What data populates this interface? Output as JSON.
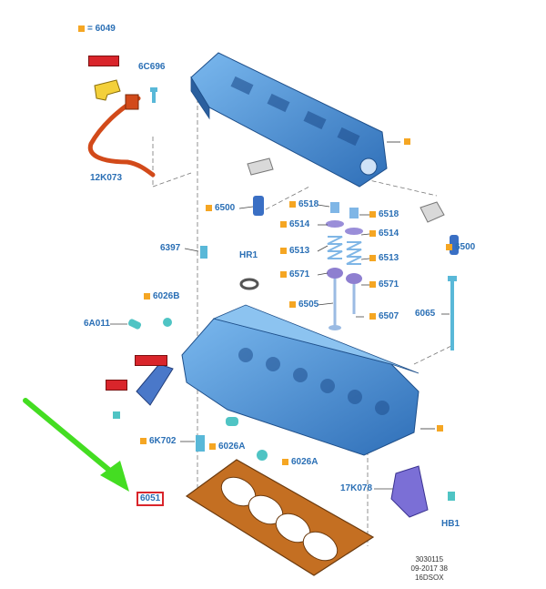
{
  "legend": {
    "text": "= 6049"
  },
  "parts": {
    "p6C696": "6C696",
    "p12K073": "12K073",
    "p6500_left": "6500",
    "p6518_left": "6518",
    "p6518_right": "6518",
    "p6514_left": "6514",
    "p6514_right": "6514",
    "p6513_left": "6513",
    "p6513_right": "6513",
    "p6500_right": "6500",
    "p6397": "6397",
    "pHR1": "HR1",
    "p6571_left": "6571",
    "p6571_right": "6571",
    "p6026B": "6026B",
    "p6505": "6505",
    "p6507": "6507",
    "p6065": "6065",
    "p6A011": "6A011",
    "p6K702": "6K702",
    "p6026A_a": "6026A",
    "p6026A_b": "6026A",
    "p17K078": "17K078",
    "pHB1": "HB1",
    "p6051": "6051"
  },
  "stamp": {
    "line1": "3030115",
    "line2": "09-2017 38",
    "line3": "16DSOX"
  },
  "colors": {
    "label": "#2a6fb5",
    "marker": "#f5a623",
    "highlight": "#d9252b",
    "arrow": "#44dd22",
    "block": "#4a90d9",
    "gasket": "#b8651e"
  }
}
